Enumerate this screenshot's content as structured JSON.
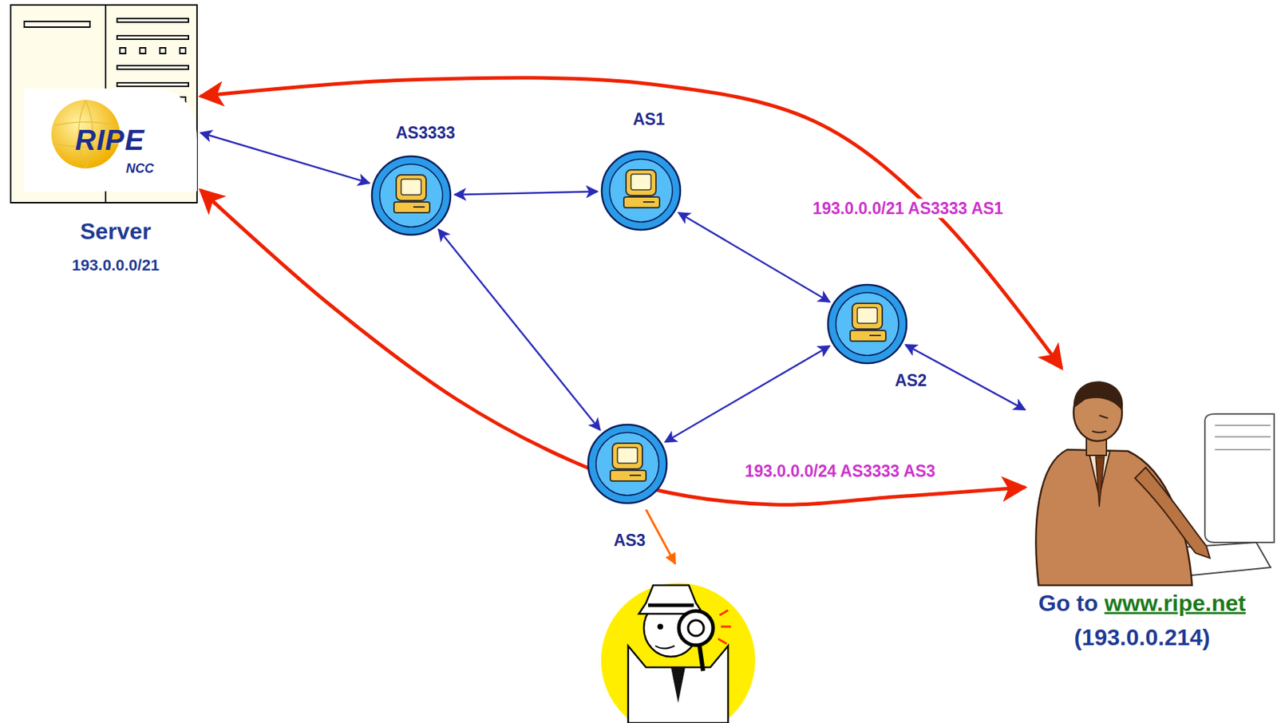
{
  "diagram": {
    "nodes": [
      {
        "text": [
          "RIPE",
          "NCC",
          "Server",
          "193.0.0.0/21"
        ]
      },
      {
        "text": [
          "AS3333"
        ]
      },
      {
        "text": [
          "AS1"
        ]
      },
      {
        "text": [
          "AS2"
        ]
      },
      {
        "text": [
          "AS3"
        ]
      },
      {
        "text": [
          "Go to",
          "www.ripe.net",
          "(193.0.0.214)"
        ]
      }
    ],
    "edges": [
      {
        "from": 0,
        "to": 1,
        "arrow": "both"
      },
      {
        "from": 1,
        "to": 2,
        "arrow": "both"
      },
      {
        "from": 2,
        "to": 3,
        "arrow": "both"
      },
      {
        "from": 1,
        "to": 4,
        "arrow": "both"
      },
      {
        "from": 4,
        "to": 3,
        "arrow": "both"
      },
      {
        "from": 3,
        "to": 5,
        "arrow": "both"
      },
      {
        "from": 0,
        "to": 5,
        "label": "193.0.0.0/21 AS3333 AS1",
        "arrow": "both"
      },
      {
        "from": 0,
        "to": 5,
        "label": "193.0.0.0/24 AS3333 AS3",
        "arrow": "both"
      }
    ]
  }
}
